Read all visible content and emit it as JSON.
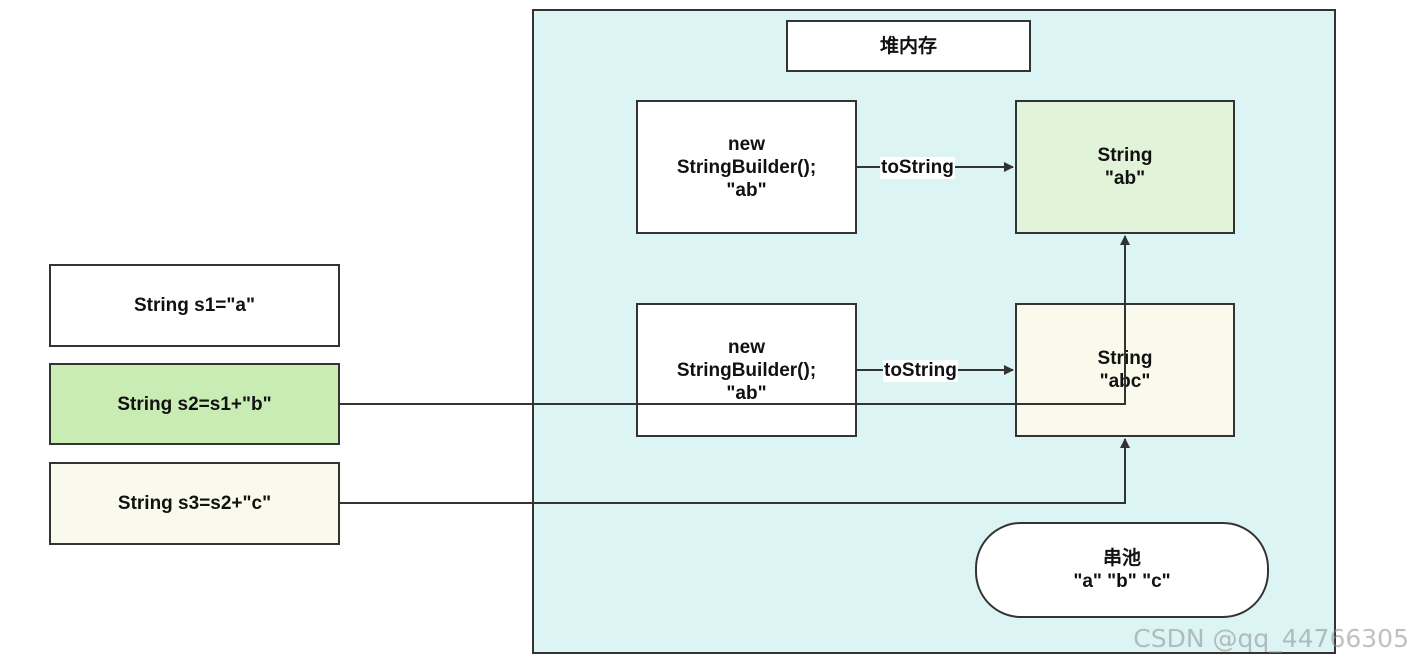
{
  "colors": {
    "heap_bg": "#dcf4f4",
    "green_fill": "#e1f3d8",
    "s2_fill": "#c9ecb4",
    "cream_fill": "#fafaec",
    "white": "#ffffff",
    "stroke": "#333333"
  },
  "heap": {
    "title": "堆内存",
    "sb1": {
      "text": "new\nStringBuilder();\n\"ab\""
    },
    "sb2": {
      "text": "new\nStringBuilder();\n\"ab\""
    },
    "str_ab": {
      "text": "String\n\"ab\""
    },
    "str_abc": {
      "text": "String\n\"abc\""
    },
    "pool": {
      "text": "串池\n\"a\" \"b\" \"c\""
    },
    "edge1_label": "toString",
    "edge2_label": "toString"
  },
  "stack": {
    "s1": "String s1=\"a\"",
    "s2": "String s2=s1+\"b\"",
    "s3": "String s3=s2+\"c\""
  },
  "watermark": "CSDN @qq_44766305"
}
